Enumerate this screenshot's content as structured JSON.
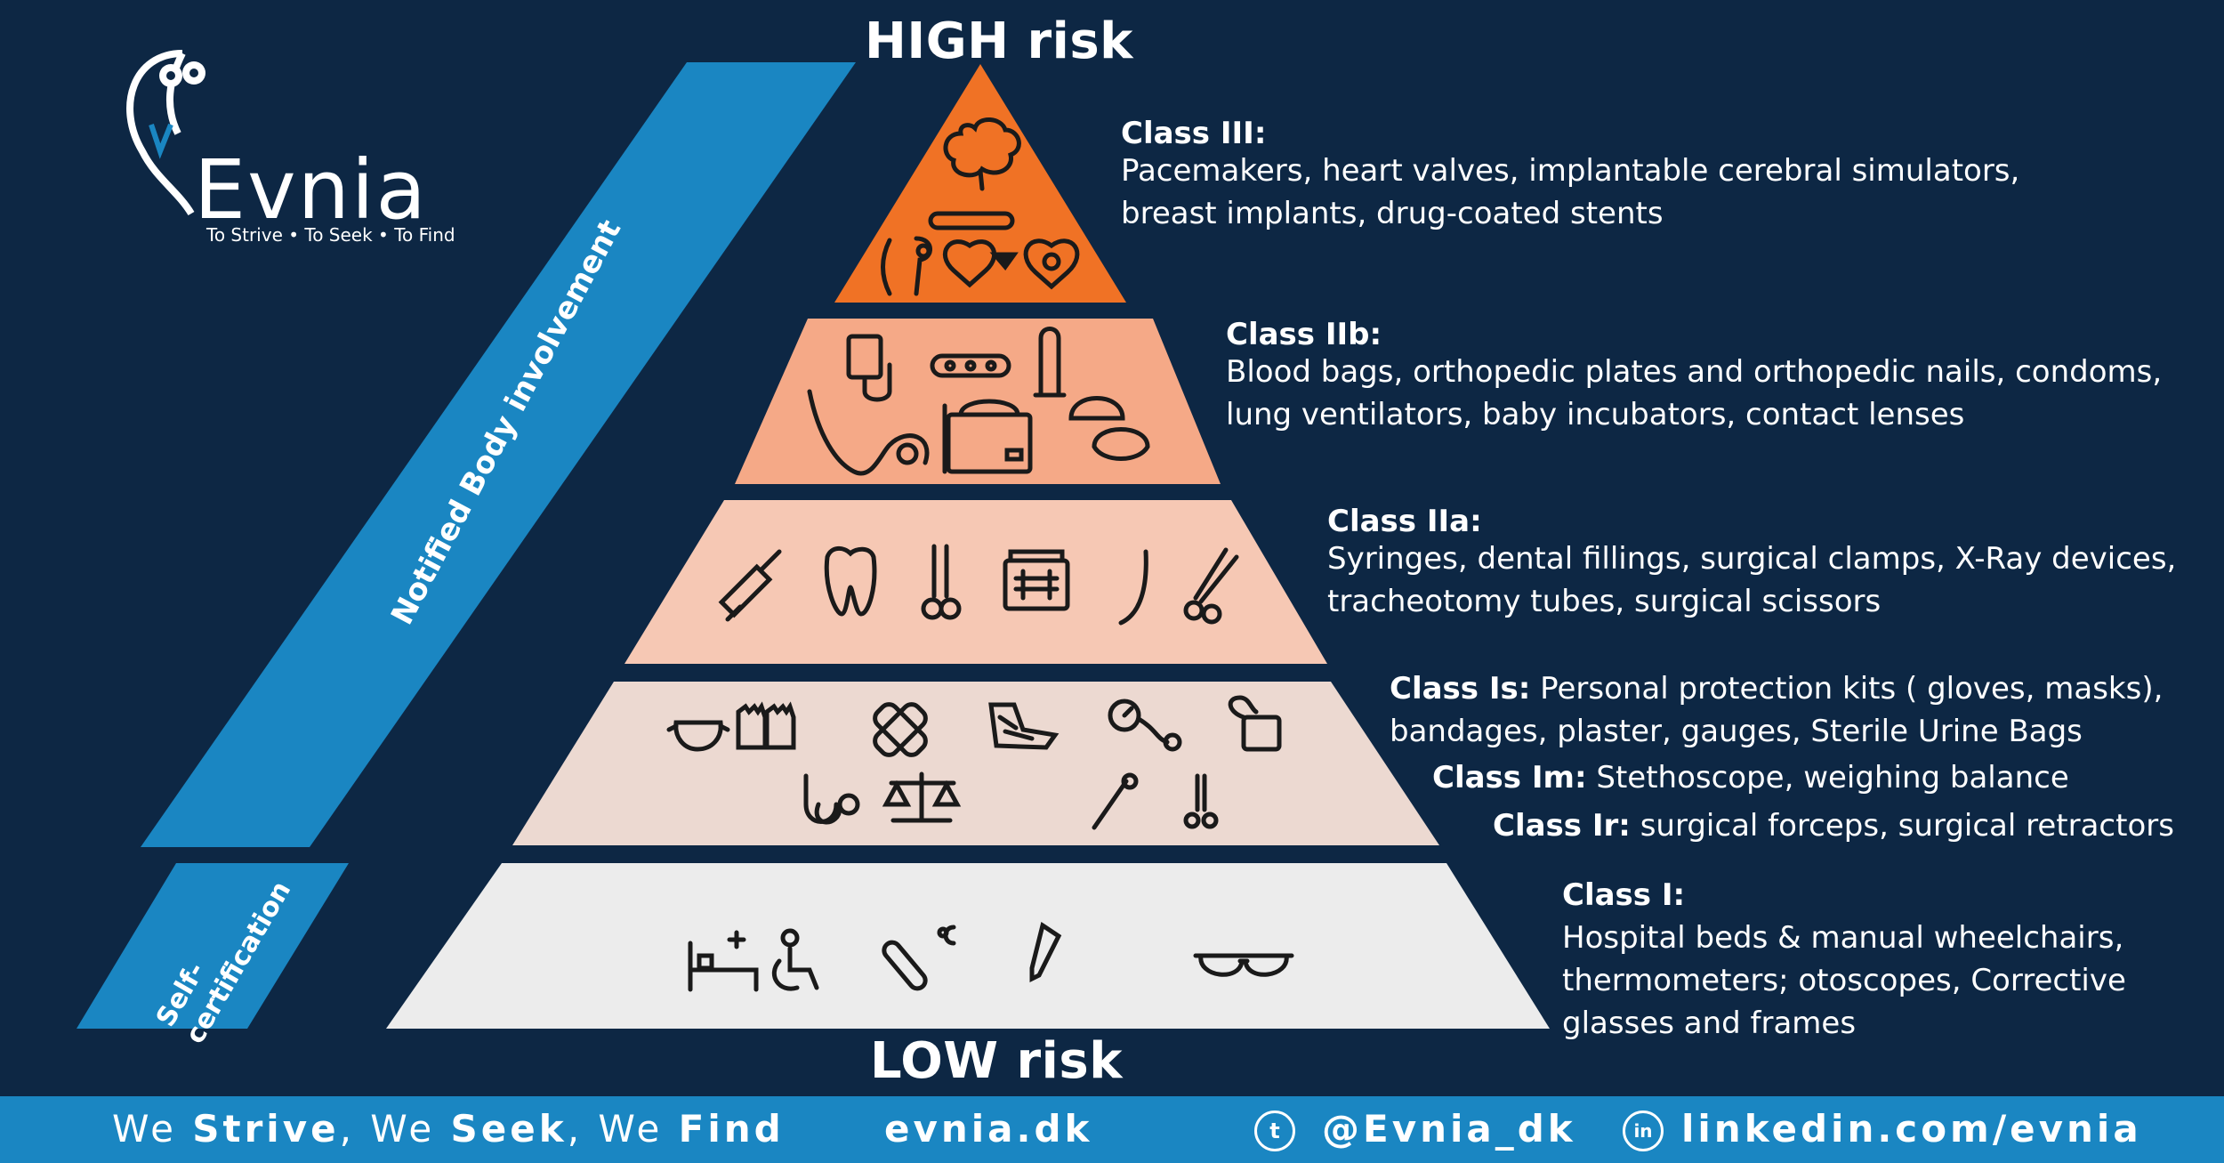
{
  "brand": {
    "name": "Evnia",
    "tagline": "To Strive • To Seek • To Find"
  },
  "risk_labels": {
    "high": "HIGH risk",
    "low": "LOW risk"
  },
  "bands": {
    "notified": "Notified Body involvement",
    "self_line1": "Self-",
    "self_line2": "certification"
  },
  "colors": {
    "background": "#0d2744",
    "band_blue": "#1a86c2",
    "class3": "#f07225",
    "class2b": "#f5a987",
    "class2a": "#f6c8b4",
    "class1s": "#ecd9d1",
    "class1": "#ececec"
  },
  "classes": [
    {
      "title": "Class III:",
      "desc_line1": "Pacemakers, heart valves, implantable cerebral simulators,",
      "desc_line2": "breast implants, drug-coated stents",
      "icons": [
        "brain-icon",
        "breast-implant-icon",
        "stent-icon",
        "pacemaker-icon",
        "heart-valve-icon",
        "heart-gear-icon"
      ]
    },
    {
      "title": "Class IIb:",
      "desc_line1": "Blood bags, orthopedic plates and orthopedic nails, condoms,",
      "desc_line2": "lung ventilators, baby incubators, contact lenses",
      "icons": [
        "blood-bag-icon",
        "orthopedic-plate-icon",
        "condom-icon",
        "ventilator-icon",
        "incubator-icon",
        "contact-lens-icon"
      ]
    },
    {
      "title": "Class IIa:",
      "desc_line1": "Syringes, dental fillings, surgical clamps, X-Ray devices,",
      "desc_line2": "tracheotomy tubes, surgical scissors",
      "icons": [
        "syringe-icon",
        "tooth-icon",
        "surgical-clamp-icon",
        "xray-icon",
        "tracheotomy-tube-icon",
        "surgical-scissors-icon"
      ]
    },
    {
      "title_s": "Class Is:",
      "desc_s_line1": "Personal protection kits ( gloves, masks),",
      "desc_s_line2": "bandages, plaster, gauges, Sterile Urine Bags",
      "title_m": "Class Im:",
      "desc_m": "Stethoscope, weighing balance",
      "title_r": "Class Ir:",
      "desc_r": "surgical forceps, surgical retractors",
      "icons": [
        "mask-icon",
        "gloves-icon",
        "bandage-icon",
        "plaster-cast-icon",
        "gauge-icon",
        "urine-bag-icon",
        "stethoscope-icon",
        "balance-icon",
        "forceps-icon",
        "retractor-icon"
      ]
    },
    {
      "title": "Class I:",
      "desc_line1": "Hospital beds & manual wheelchairs,",
      "desc_line2": "thermometers; otoscopes, Corrective",
      "desc_line3": "glasses and frames",
      "icons": [
        "hospital-bed-icon",
        "wheelchair-icon",
        "thermometer-icon",
        "otoscope-icon",
        "glasses-icon"
      ]
    }
  ],
  "footer": {
    "slogan_we1": "We ",
    "slogan_strive": "Strive",
    "slogan_sep1": ", We ",
    "slogan_seek": "Seek",
    "slogan_sep2": ", We ",
    "slogan_find": "Find",
    "website": "evnia.dk",
    "twitter": "@Evnia_dk",
    "linkedin": "linkedin.com/evnia"
  }
}
